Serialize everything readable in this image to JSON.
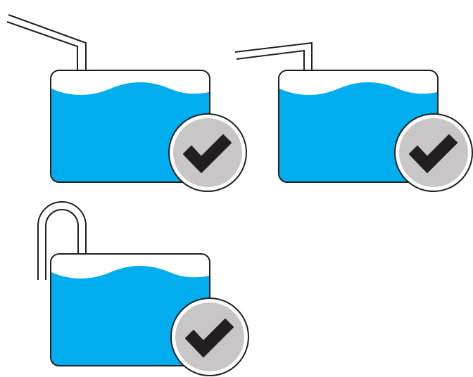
{
  "colors": {
    "water": "#00aeef",
    "outline": "#231f20",
    "badge_fill": "#c8c6c6",
    "badge_ring": "#ffffff",
    "check": "#231f20",
    "background": "#ffffff"
  },
  "diagram": {
    "panels": [
      {
        "pipe": "angled-long",
        "badge_icon": "check-icon"
      },
      {
        "pipe": "angled-short",
        "badge_icon": "check-icon"
      },
      {
        "pipe": "u-bend",
        "badge_icon": "check-icon"
      }
    ]
  }
}
